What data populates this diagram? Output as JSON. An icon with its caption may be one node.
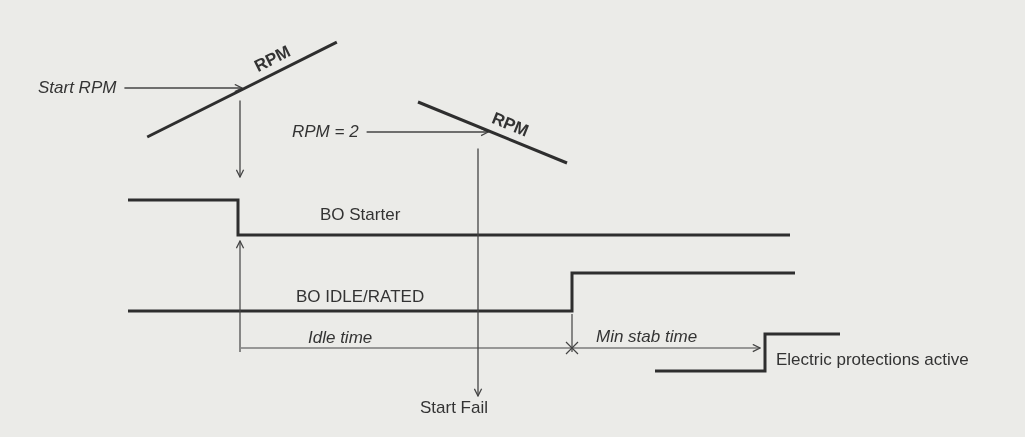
{
  "diagram": {
    "nodes": [
      {
        "text": [
          "Start RPM"
        ]
      },
      {
        "text": [
          "RPM"
        ]
      },
      {
        "text": [
          "RPM = 2"
        ]
      },
      {
        "text": [
          "RPM"
        ]
      },
      {
        "text": [
          "Start Fail"
        ]
      }
    ],
    "edges": [
      {
        "from": 0,
        "to": 1,
        "arrow": "to"
      },
      {
        "from": 2,
        "to": 3,
        "arrow": "to"
      },
      {
        "from": 1,
        "to": null,
        "arrow": "to"
      },
      {
        "from": 3,
        "to": 4,
        "arrow": "to"
      }
    ],
    "labels": [
      "BO Starter",
      "BO IDLE/RATED",
      "Idle time",
      "Min stab time",
      "Electric protections active"
    ]
  }
}
